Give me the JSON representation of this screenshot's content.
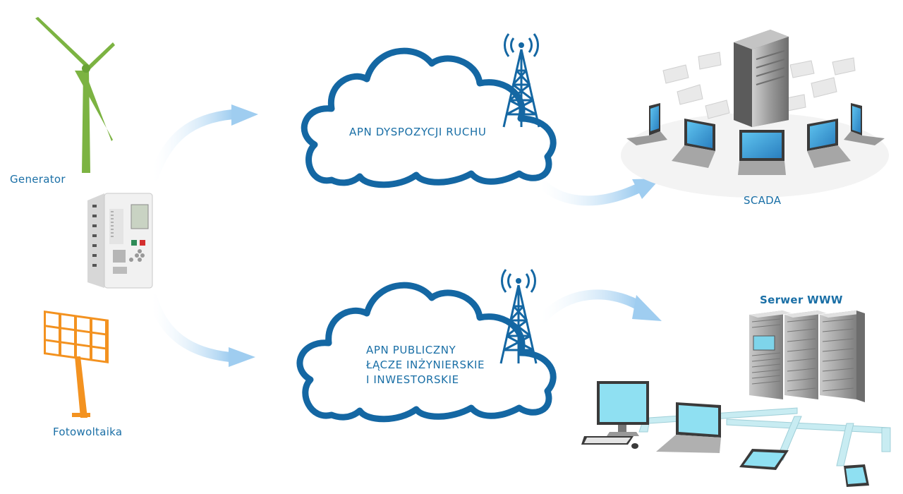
{
  "labels": {
    "generator": "Generator",
    "photovoltaics": "Fotowoltaika",
    "scada": "SCADA",
    "web_server": "Serwer WWW"
  },
  "clouds": {
    "top": {
      "lines": [
        "APN DYSPOZYCJI RUCHU"
      ]
    },
    "bottom": {
      "lines": [
        "APN PUBLICZNY",
        "ŁĄCZE INŻYNIERSKIE",
        "I INWESTORSKIE"
      ]
    }
  },
  "icons": {
    "generator": "wind-turbine-icon",
    "relay": "protection-relay-icon",
    "pv": "solar-panel-icon",
    "tower": "radio-tower-icon",
    "scada": "scada-network-icon",
    "web": "server-rack-icon"
  },
  "colors": {
    "label": "#1a6fa6",
    "cloud_stroke": "#1467a3",
    "arrow": "#a9d3f2",
    "turbine": "#7cb342",
    "solar": "#f39220"
  }
}
